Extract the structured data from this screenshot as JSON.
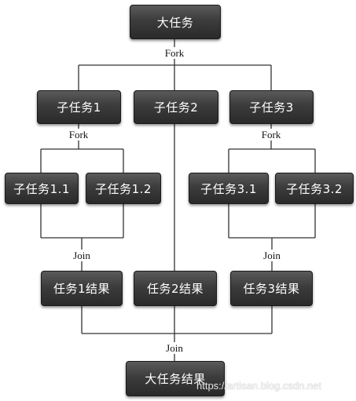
{
  "nodes": {
    "root": "大任务",
    "task1": "子任务1",
    "task2": "子任务2",
    "task3": "子任务3",
    "task1_1": "子任务1.1",
    "task1_2": "子任务1.2",
    "task3_1": "子任务3.1",
    "task3_2": "子任务3.2",
    "result1": "任务1结果",
    "result2": "任务2结果",
    "result3": "任务3结果",
    "final": "大任务结果"
  },
  "labels": {
    "fork_top": "Fork",
    "fork_left": "Fork",
    "fork_right": "Fork",
    "join_left": "Join",
    "join_right": "Join",
    "join_bottom": "Join"
  },
  "watermark": "https://artisan.blog.csdn.net",
  "colors": {
    "node_fill": "#3c3c3c",
    "node_text": "#ffffff",
    "line": "#333333"
  }
}
